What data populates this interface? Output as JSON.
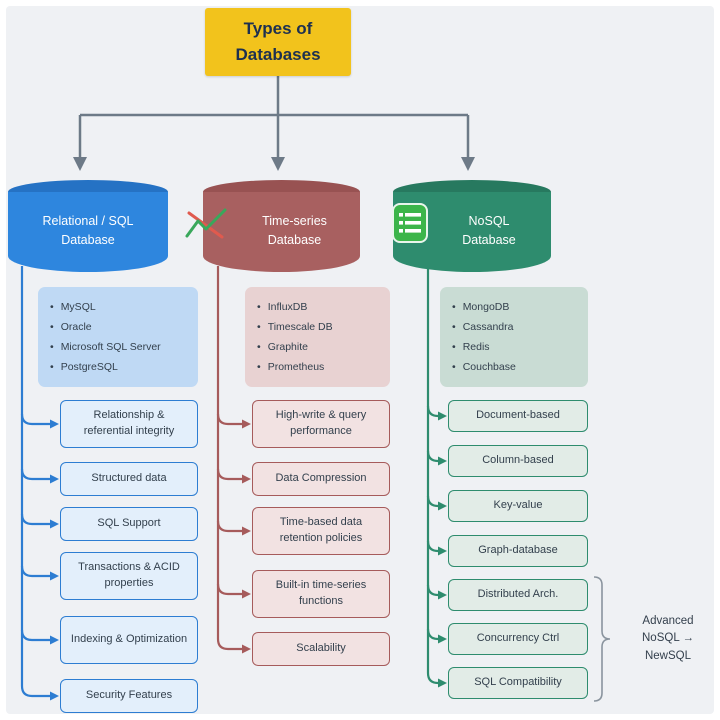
{
  "title": {
    "lines": [
      "Types of",
      "Databases"
    ]
  },
  "annotation": {
    "lines": [
      "Advanced",
      "NoSQL →",
      "NewSQL"
    ]
  },
  "columns": [
    {
      "id": "relational-sql",
      "label": [
        "Relational / SQL",
        "Database"
      ],
      "color": "#2d7dd2",
      "examples": [
        "MySQL",
        "Oracle",
        "Microsoft SQL Server",
        "PostgreSQL"
      ],
      "features": [
        "Relationship & referential integrity",
        "Structured data",
        "SQL Support",
        "Transactions & ACID properties",
        "Indexing & Optimization",
        "Security Features"
      ]
    },
    {
      "id": "time-series",
      "label": [
        "Time-series",
        "Database"
      ],
      "color": "#a65b5b",
      "examples": [
        "InfluxDB",
        "Timescale DB",
        "Graphite",
        "Prometheus"
      ],
      "features": [
        "High-write & query performance",
        "Data Compression",
        "Time-based data retention policies",
        "Built-in time-series functions",
        "Scalability"
      ]
    },
    {
      "id": "nosql",
      "label": [
        "NoSQL",
        "Database"
      ],
      "color": "#2e8c6e",
      "examples": [
        "MongoDB",
        "Cassandra",
        "Redis",
        "Couchbase"
      ],
      "features": [
        "Document-based",
        "Column-based",
        "Key-value",
        "Graph-database",
        "Distributed Arch.",
        "Concurrency Ctrl",
        "SQL Compatibility"
      ]
    }
  ]
}
